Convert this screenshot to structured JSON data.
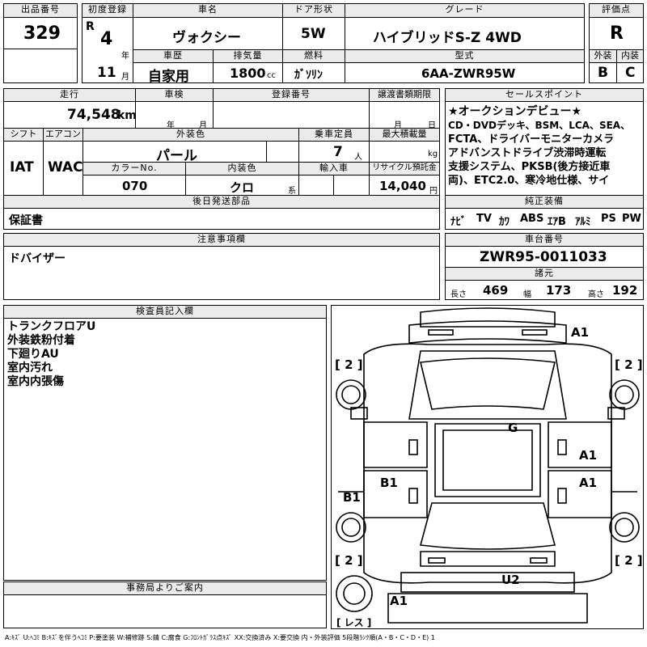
{
  "lot": {
    "label": "出品番号",
    "value": "329"
  },
  "first_reg": {
    "label": "初度登録",
    "era": "R",
    "year": "4",
    "year_unit": "年",
    "month": "11",
    "month_unit": "月"
  },
  "car_name": {
    "label": "車名",
    "value": "ヴォクシー"
  },
  "door": {
    "label": "ドア形状",
    "value": "5W"
  },
  "grade": {
    "label": "グレード",
    "value": "ハイブリッドS-Z 4WD"
  },
  "rating": {
    "label": "評価点",
    "value": "R",
    "ext_label": "外装",
    "ext_value": "B",
    "int_label": "内装",
    "int_value": "C"
  },
  "history": {
    "label": "車歴",
    "value": "自家用"
  },
  "displacement": {
    "label": "排気量",
    "value": "1800",
    "unit": "cc"
  },
  "fuel": {
    "label": "燃料",
    "value": "ｶﾞｿﾘﾝ"
  },
  "model": {
    "label": "型式",
    "value": "6AA-ZWR95W"
  },
  "mileage": {
    "label": "走行",
    "value": "74,548",
    "unit": "km"
  },
  "inspection": {
    "label": "車検",
    "year_unit": "年",
    "month_unit": "月"
  },
  "reg_no": {
    "label": "登録番号"
  },
  "transfer": {
    "label": "譲渡書類期限",
    "month_unit": "月",
    "day_unit": "日"
  },
  "shift": {
    "label": "シフト",
    "value": "IAT"
  },
  "aircon": {
    "label": "エアコン",
    "value": "WAC"
  },
  "ext_color": {
    "label": "外装色",
    "value": "パール"
  },
  "color_no": {
    "label": "カラーNo.",
    "value": "070"
  },
  "int_color": {
    "label": "内装色",
    "value": "クロ",
    "suffix": "系"
  },
  "capacity": {
    "label": "乗車定員",
    "value": "7",
    "unit": "人"
  },
  "load": {
    "label": "最大積載量",
    "unit": "kg"
  },
  "import": {
    "label": "輸入車"
  },
  "recycle": {
    "label": "リサイクル預託金",
    "value": "14,040",
    "unit": "円"
  },
  "sales_point": {
    "label": "セールスポイント",
    "text": [
      "★オークションデビュー★",
      "CD・DVDデッキ、BSM、LCA、SEA、",
      "FCTA、ドライバーモニターカメラ",
      "アドバンストドライブ渋滞時運転",
      "支援システム、PKSB(後方接近車",
      "両)、ETC2.0、寒冷地仕様、サイ"
    ]
  },
  "later_parts": {
    "label": "後日発送部品",
    "value": "保証書"
  },
  "equipment": {
    "label": "純正装備",
    "items": [
      "ﾅﾋﾞ",
      "TV",
      "ｶﾜ",
      "ABS",
      "ｴｱB",
      "ｱﾙﾐ",
      "PS",
      "PW"
    ]
  },
  "caution": {
    "label": "注意事項欄",
    "value": "ドバイザー"
  },
  "chassis": {
    "label": "車台番号",
    "value": "ZWR95-0011033"
  },
  "specs": {
    "label": "諸元",
    "length_label": "長さ",
    "length": "469",
    "width_label": "幅",
    "width": "173",
    "height_label": "高さ",
    "height": "192"
  },
  "inspector": {
    "label": "検査員記入欄",
    "lines": [
      "トランクフロアU",
      "外装鉄粉付着",
      "下廻りAU",
      "室内汚れ",
      "室内内張傷"
    ]
  },
  "office": {
    "label": "事務局よりご案内"
  },
  "diagram": {
    "marks": [
      {
        "id": "front-right",
        "text": "A1"
      },
      {
        "id": "tire-fl",
        "text": "[ 2 ]"
      },
      {
        "id": "tire-fr",
        "text": "[ 2 ]"
      },
      {
        "id": "windshield",
        "text": "G"
      },
      {
        "id": "door-fr",
        "text": "A1"
      },
      {
        "id": "door-rl",
        "text": "B1"
      },
      {
        "id": "door-rr",
        "text": "A1"
      },
      {
        "id": "quarter-left",
        "text": "B1"
      },
      {
        "id": "tire-rl",
        "text": "[ 2 ]"
      },
      {
        "id": "tire-rr",
        "text": "[ 2 ]"
      },
      {
        "id": "rear",
        "text": "U2"
      },
      {
        "id": "rear-left",
        "text": "A1"
      },
      {
        "id": "spare",
        "text": "[ レス ]"
      }
    ]
  },
  "legend": "A:ｷｽﾞ U:ﾍｺﾐ B:ｷｽﾞを伴うﾍｺﾐ P:要塗装 W:補修跡 S:錆 C:腐食 G:ﾌﾛﾝﾄｶﾞﾗｽ点ｷｽﾞ XX:交換済み X:要交換 内・外装評価 5段階ﾗﾝｸ順(A・B・C・D・E) 1"
}
